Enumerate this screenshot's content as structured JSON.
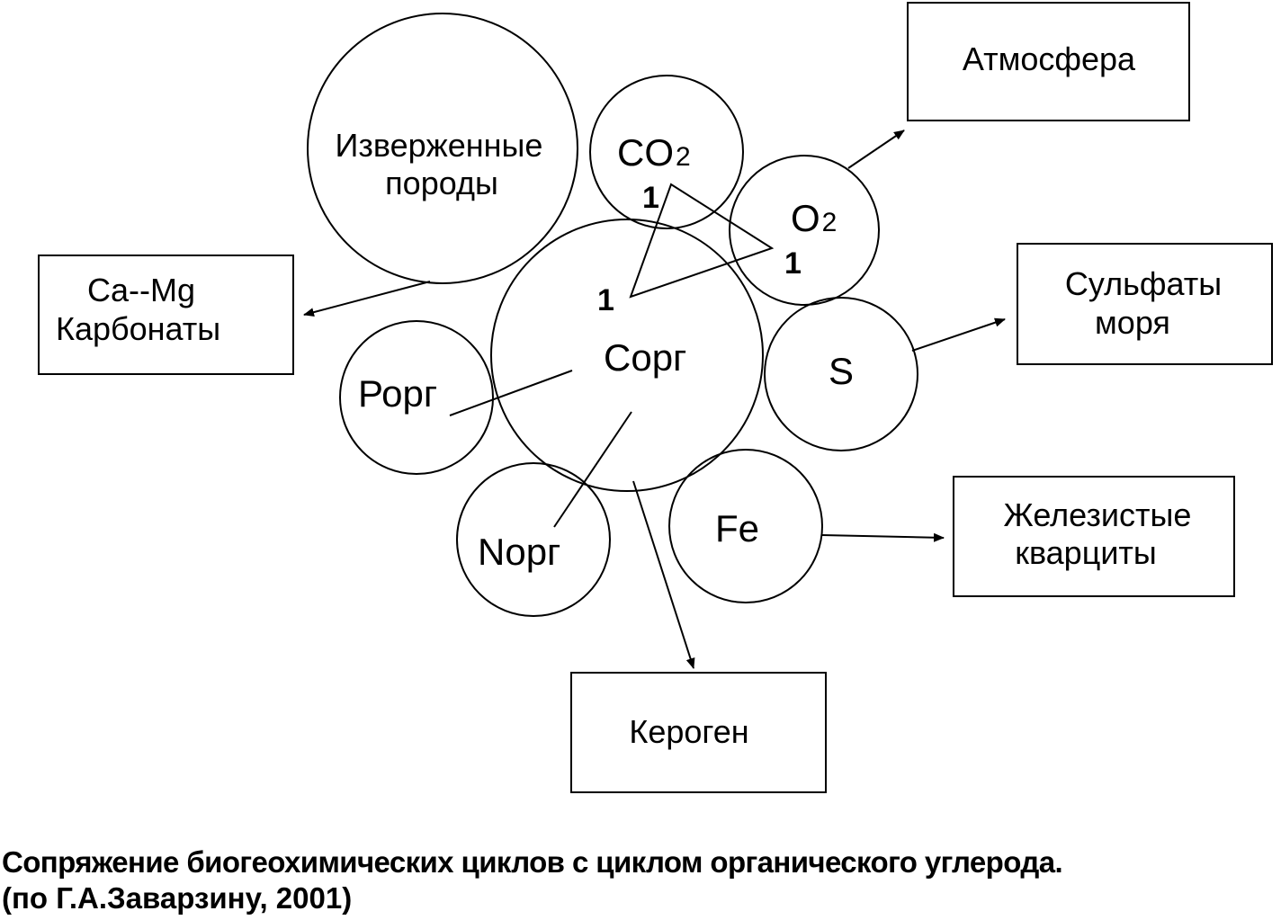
{
  "nodes": {
    "igneous": [
      "Изверженные",
      "породы"
    ],
    "co2": {
      "main": "CO",
      "sub": "2"
    },
    "o2": {
      "main": "O",
      "sub": "2"
    },
    "corg": "Сорг",
    "porg": "Рорг",
    "norg": "Nорг",
    "s": "S",
    "fe": "Fe"
  },
  "boxes": {
    "atmosphere": "Атмосфера",
    "carbonates": [
      "Ca--Mg",
      "Карбонаты"
    ],
    "sulfates": [
      "Сульфаты",
      "моря"
    ],
    "iron_quartzites": [
      "Железистые",
      "кварциты"
    ],
    "kerogen": "Кероген"
  },
  "triangle_labels": [
    "1",
    "1",
    "1"
  ],
  "caption": {
    "line1": "Сопряжение биогеохимических циклов с циклом органического углерода.",
    "line2": "(по Г.А.Заварзину, 2001)"
  }
}
